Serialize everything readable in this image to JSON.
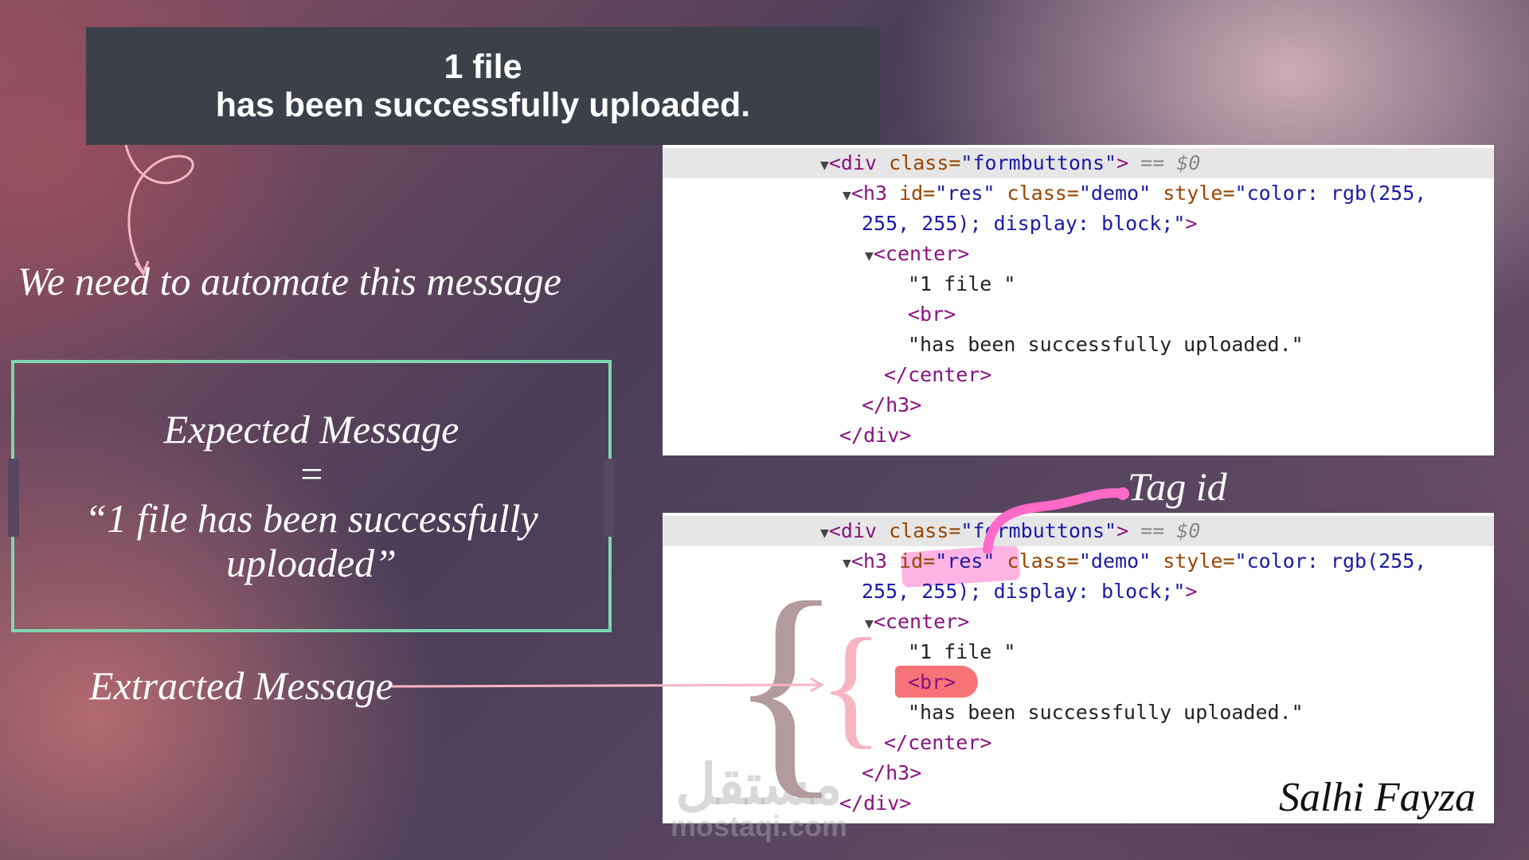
{
  "banner": {
    "line1": "1 file",
    "line2": "has been successfully uploaded."
  },
  "annotations": {
    "note": "We need to automate this message",
    "expected_label": "Expected Message",
    "equals": "=",
    "expected_value": "“1 file has been successfully uploaded”",
    "extracted_label": "Extracted Message",
    "tag_id_label": "Tag id"
  },
  "code": {
    "line1_tag_open": "<div ",
    "line1_attr": "class=",
    "line1_val": "\"formbuttons\"",
    "line1_close": ">",
    "line1_suffix": " == $0",
    "line2_tag": "<h3 ",
    "line2_attr1": "id=",
    "line2_val1": "\"res\"",
    "line2_attr2": " class=",
    "line2_val2": "\"demo\"",
    "line2_attr3": " style=",
    "line2_val3": "\"color: rgb(255,",
    "line3_val": "255, 255); display: block;\"",
    "line3_close": ">",
    "line4": "<center>",
    "line5": "\"1 file \"",
    "line6": "<br>",
    "line7": "\"has been successfully uploaded.\"",
    "line8": "</center>",
    "line9": "</h3>",
    "line10": "</div>"
  },
  "watermark": {
    "arabic": "مستقل",
    "latin": "mostaqi.com"
  },
  "signature": "Salhi Fayza",
  "colors": {
    "accent_box": "#7fd6ae",
    "highlight_pink": "#ff69c8",
    "highlight_red": "#f55a5f",
    "arrow_pink": "#f7b5c4"
  }
}
